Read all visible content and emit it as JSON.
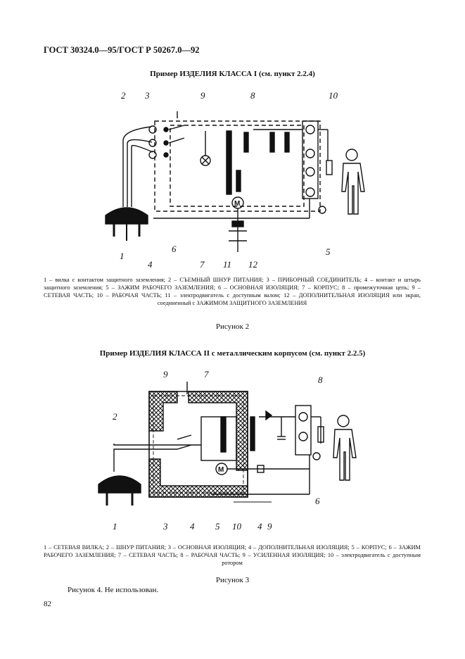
{
  "header": {
    "standard": "ГОСТ 30324.0—95/ГОСТ Р 50267.0—92"
  },
  "figure2": {
    "title": "Пример ИЗДЕЛИЯ КЛАССА I (см. пункт 2.2.4)",
    "callouts": {
      "top": [
        "2",
        "3",
        "9",
        "8",
        "10"
      ],
      "bottom": [
        "1",
        "4",
        "6",
        "7",
        "11",
        "12",
        "5"
      ]
    },
    "caption": "1 – вилка с контактом защитного заземления; 2 – СЪЕМНЫЙ ШНУР ПИТАНИЯ; 3 – ПРИБОРНЫЙ СОЕДИНИТЕЛЬ; 4 – контакт и штырь защитного заземления; 5 – ЗАЖИМ РАБОЧЕГО ЗАЗЕМЛЕНИЯ; 6 – ОСНОВНАЯ ИЗОЛЯЦИЯ; 7 – КОРПУС; 8 – промежуточная цепь; 9 – СЕТЕВАЯ ЧАСТЬ; 10 – РАБОЧАЯ ЧАСТЬ; 11 – электродвигатель с доступным валом; 12 – ДОПОЛНИТЕЛЬНАЯ ИЗОЛЯЦИЯ или экран, соединенный с ЗАЖИМОМ ЗАЩИТНОГО ЗАЗЕМЛЕНИЯ",
    "label": "Рисунок 2"
  },
  "figure3": {
    "title": "Пример ИЗДЕЛИЯ КЛАССА II с металлическим корпусом (см. пункт 2.2.5)",
    "callouts": {
      "top": [
        "9",
        "7",
        "2",
        "8"
      ],
      "bottom": [
        "1",
        "3",
        "4",
        "5",
        "10",
        "4",
        "9",
        "6"
      ]
    },
    "caption": "1 – СЕТЕВАЯ ВИЛКА; 2 – ШНУР ПИТАНИЯ; 3 – ОСНОВНАЯ ИЗОЛЯЦИЯ; 4 – ДОПОЛНИТЕЛЬНАЯ ИЗОЛЯЦИЯ; 5 – КОРПУС; 6 – ЗАЖИМ РАБОЧЕГО ЗАЗЕМЛЕНИЯ; 7 – СЕТЕВАЯ ЧАСТЬ; 8 – РАБОЧАЯ ЧАСТЬ; 9 – УСИЛЕННАЯ ИЗОЛЯЦИЯ; 10 – электродвигатель с доступным ротором",
    "label": "Рисунок 3"
  },
  "note": "Рисунок 4. Не использован.",
  "page_number": "82"
}
